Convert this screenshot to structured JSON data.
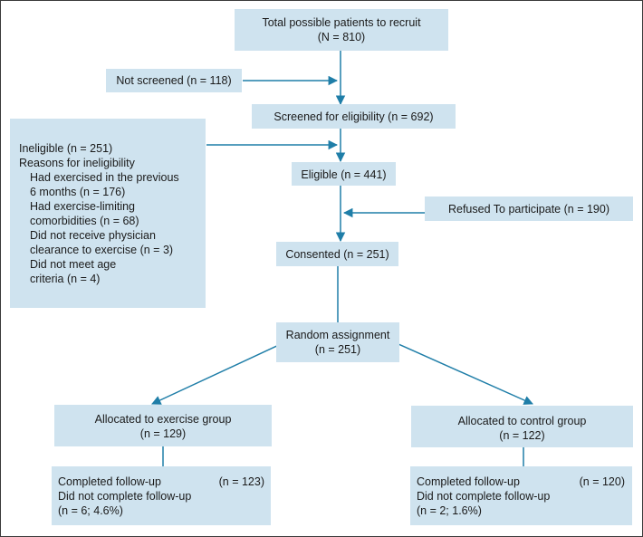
{
  "boxes": {
    "total": {
      "line1": "Total possible patients to recruit",
      "line2": "(N = 810)"
    },
    "not_screened": "Not screened (n = 118)",
    "screened": "Screened for eligibility (n = 692)",
    "ineligible": {
      "heading1": "Ineligible (n = 251)",
      "heading2": "Reasons for ineligibility",
      "reasons": [
        "Had exercised in the previous",
        "6 months (n = 176)",
        "Had exercise-limiting",
        "comorbidities (n = 68)",
        "Did not receive physician",
        "clearance to exercise (n = 3)",
        "Did not meet age",
        "criteria (n = 4)"
      ]
    },
    "eligible": "Eligible (n = 441)",
    "refused": "Refused To participate (n = 190)",
    "consented": "Consented (n = 251)",
    "random": {
      "line1": "Random assignment",
      "line2": "(n = 251)"
    },
    "exercise_group": {
      "line1": "Allocated to exercise group",
      "line2": "(n = 129)"
    },
    "control_group": {
      "line1": "Allocated to control group",
      "line2": "(n = 122)"
    },
    "exercise_followup": {
      "completed": "Completed follow-up",
      "completed_n": "(n = 123)",
      "not_completed": "Did not complete follow-up",
      "not_completed_n": "(n = 6; 4.6%)"
    },
    "control_followup": {
      "completed": "Completed follow-up",
      "completed_n": "(n = 120)",
      "not_completed": "Did not complete follow-up",
      "not_completed_n": "(n = 2; 1.6%)"
    }
  },
  "colors": {
    "box_fill": "#cfe3ef",
    "arrow": "#1f7ea8",
    "text": "#1a1a1a"
  }
}
